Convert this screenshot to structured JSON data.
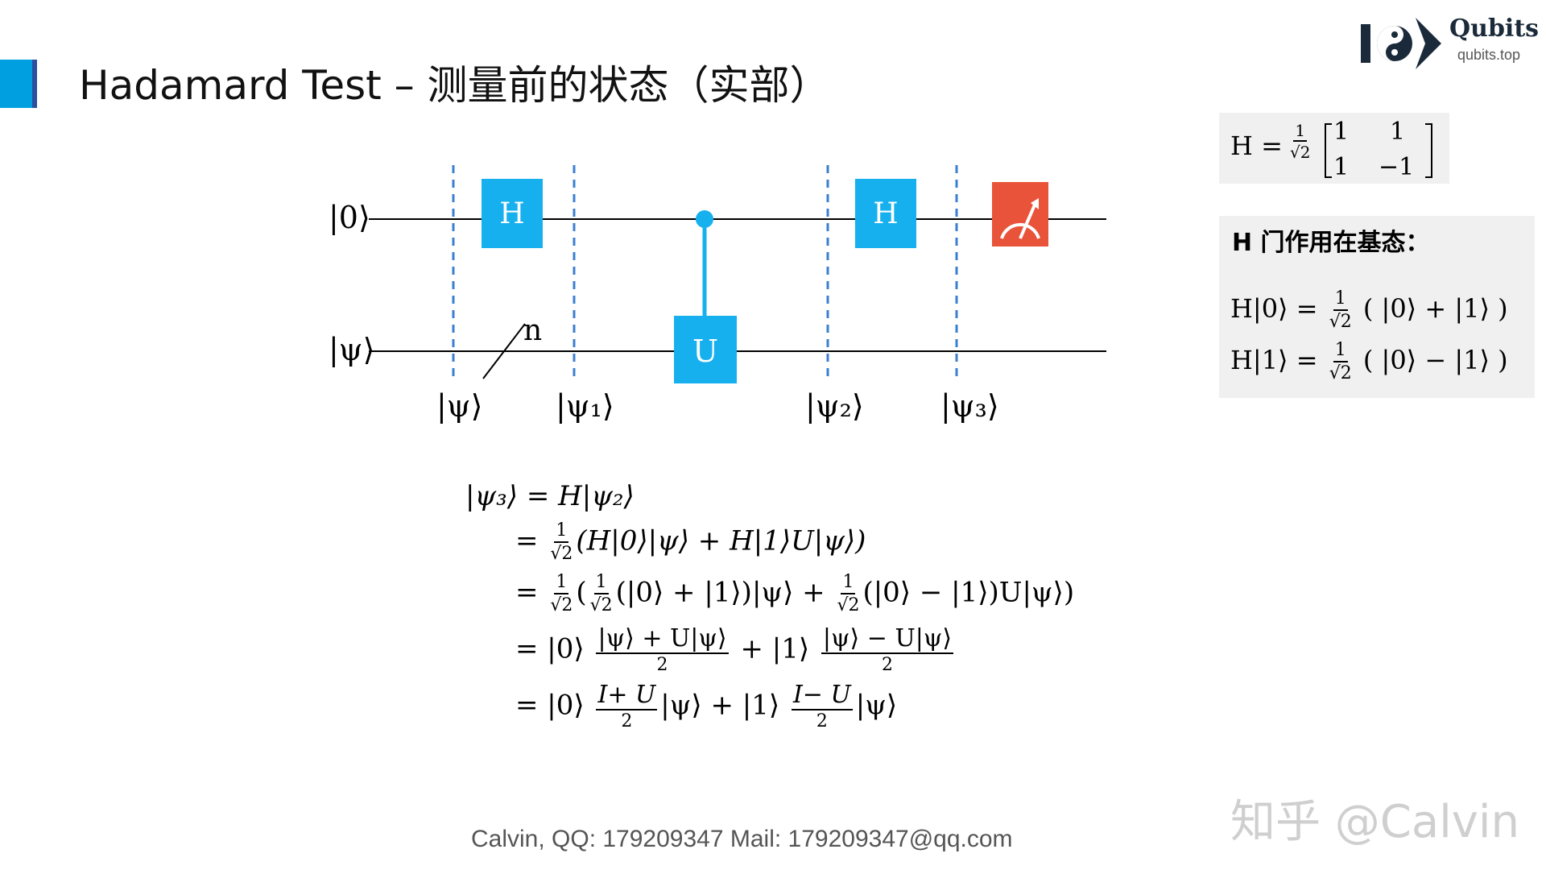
{
  "slide": {
    "title": "Hadamard Test – 测量前的状态（实部）",
    "footer": "Calvin,  QQ: 179209347   Mail: 179209347@qq.com",
    "watermark": "知乎 @Calvin"
  },
  "logo": {
    "name": "Qubits",
    "url": "qubits.top"
  },
  "circuit": {
    "inputs": [
      "|0⟩",
      "|ψ⟩"
    ],
    "gates": {
      "h1": "H",
      "h2": "H",
      "u": "U"
    },
    "register_size": "n",
    "state_labels": [
      "|ψ⟩",
      "|ψ₁⟩",
      "|ψ₂⟩",
      "|ψ₃⟩"
    ]
  },
  "h_matrix": {
    "lhs": "H =",
    "coef_num": "1",
    "coef_den": "√2",
    "cells": [
      "1",
      "1",
      "1",
      "−1"
    ]
  },
  "h_basis": {
    "title": "H 门作用在基态：",
    "rows": [
      {
        "lhs": "H|0⟩ =",
        "num": "1",
        "den": "√2",
        "rhs": "( |0⟩ + |1⟩ )"
      },
      {
        "lhs": "H|1⟩ =",
        "num": "1",
        "den": "√2",
        "rhs": "( |0⟩ − |1⟩ )"
      }
    ]
  },
  "derivation": {
    "line1": "|ψ₃⟩ = H|ψ₂⟩",
    "line2": {
      "pre": "=",
      "num": "1",
      "den": "√2",
      "post": "(H|0⟩|ψ⟩ + H|1⟩U|ψ⟩)"
    },
    "line3": {
      "pre": "=",
      "a_num": "1",
      "a_den": "√2",
      "mid1": "(",
      "b_num": "1",
      "b_den": "√2",
      "mid2": "(|0⟩ +  |1⟩)|ψ⟩ +",
      "c_num": "1",
      "c_den": "√2",
      "post": "(|0⟩ −  |1⟩)U|ψ⟩)"
    },
    "line4": {
      "pre": "= |0⟩",
      "a_num": "|ψ⟩ + U|ψ⟩",
      "a_den": "2",
      "mid": "+ |1⟩",
      "b_num": "|ψ⟩ − U|ψ⟩",
      "b_den": "2"
    },
    "line5": {
      "pre": "= |0⟩",
      "a_num": "I+ U",
      "a_den": "2",
      "mid": "|ψ⟩ + |1⟩",
      "b_num": "I− U",
      "b_den": "2",
      "post": "|ψ⟩"
    }
  },
  "colors": {
    "gate": "#16b0ee",
    "measure": "#e8533a",
    "accent": "#00a0e0"
  }
}
